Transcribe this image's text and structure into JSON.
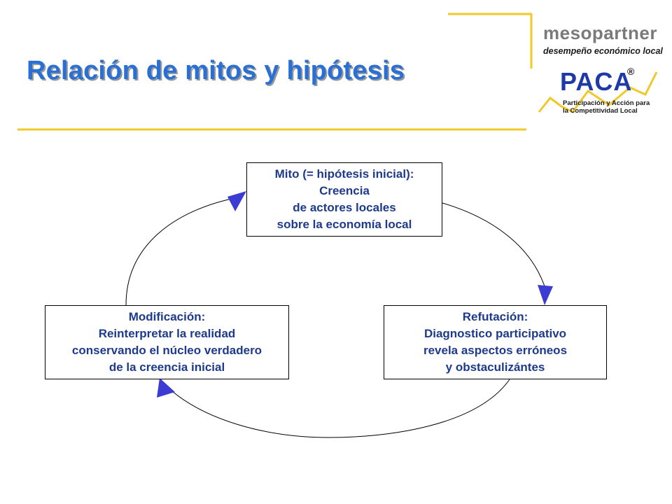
{
  "slide": {
    "title": "Relación de mitos y hipótesis"
  },
  "logos": {
    "mesopartner": "mesopartner",
    "mesopartner_tagline": "desempeño económico local",
    "paca": "PACA",
    "paca_reg": "®",
    "paca_line1": "Participación y Acción para",
    "paca_line2": "la Competitividad Local"
  },
  "colors": {
    "title": "#2a6fd6",
    "box_text": "#1e3a8a",
    "arrow": "#3c3cd2",
    "accent_line": "#f0c828"
  },
  "diagram": {
    "top": {
      "lines": [
        "Mito (= hipótesis inicial):",
        "Creencia",
        "de actores locales",
        "sobre la economía local"
      ]
    },
    "right": {
      "lines": [
        "Refutación:",
        "Diagnostico participativo",
        "revela aspectos erróneos",
        "y obstaculizántes"
      ]
    },
    "left": {
      "lines": [
        "Modificación:",
        "Reinterpretar la realidad",
        "conservando el núcleo verdadero",
        "de la creencia inicial"
      ]
    }
  }
}
